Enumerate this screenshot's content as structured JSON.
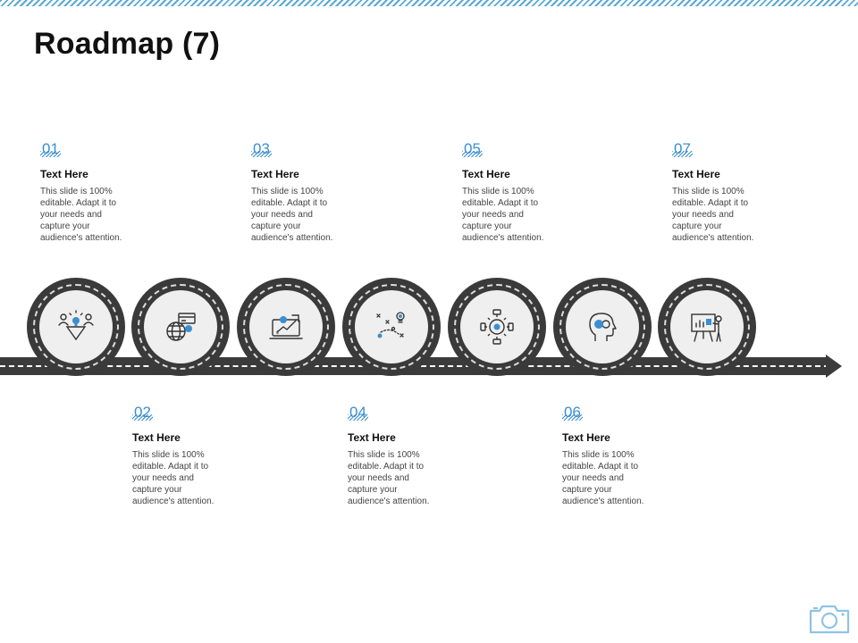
{
  "title": "Roadmap (7)",
  "colors": {
    "accent": "#3b8fd0",
    "road": "#3b3b3b",
    "hub": "#efefef"
  },
  "steps": [
    {
      "number": "01",
      "heading": "Text Here",
      "body": "This slide is 100%\neditable.  Adapt it to\nyour needs and\ncapture your\naudience's attention.",
      "icon": "team-idea-icon"
    },
    {
      "number": "02",
      "heading": "Text Here",
      "body": "This slide is 100%\neditable.  Adapt it to\nyour needs and\ncapture your\naudience's attention.",
      "icon": "global-payment-icon"
    },
    {
      "number": "03",
      "heading": "Text Here",
      "body": "This slide is 100%\neditable.  Adapt it to\nyour needs and\ncapture your\naudience's attention.",
      "icon": "laptop-growth-icon"
    },
    {
      "number": "04",
      "heading": "Text Here",
      "body": "This slide is 100%\neditable.  Adapt it to\nyour needs and\ncapture your\naudience's attention.",
      "icon": "strategy-idea-icon"
    },
    {
      "number": "05",
      "heading": "Text Here",
      "body": "This slide is 100%\neditable.  Adapt it to\nyour needs and\ncapture your\naudience's attention.",
      "icon": "gear-network-icon"
    },
    {
      "number": "06",
      "heading": "Text Here",
      "body": "This slide is 100%\neditable.  Adapt it to\nyour needs and\ncapture your\naudience's attention.",
      "icon": "head-mind-icon"
    },
    {
      "number": "07",
      "heading": "Text Here",
      "body": "This slide is 100%\neditable.  Adapt it to\nyour needs and\ncapture your\naudience's attention.",
      "icon": "presentation-board-icon"
    }
  ]
}
